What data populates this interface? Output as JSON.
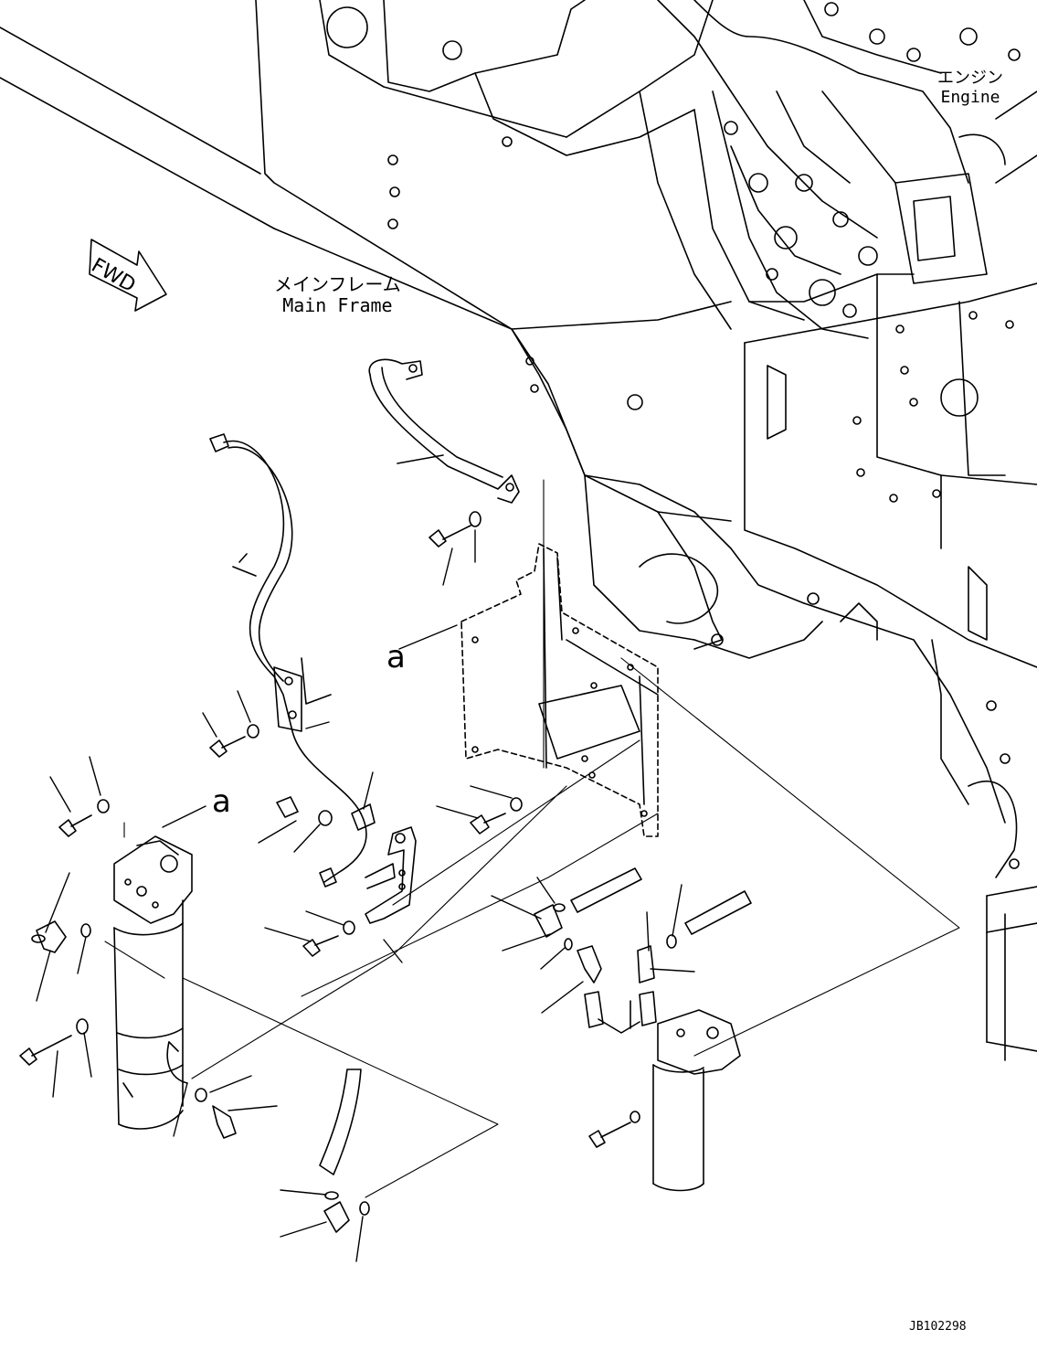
{
  "labels": {
    "main_frame_jp": "メインフレーム",
    "main_frame_en": "Main Frame",
    "engine_jp": "エンジン",
    "engine_en": "Engine",
    "fwd": "FWD",
    "view_a_1": "a",
    "view_a_2": "a",
    "drawing_code": "JB102298"
  },
  "colors": {
    "line": "#000000",
    "background": "#ffffff"
  }
}
